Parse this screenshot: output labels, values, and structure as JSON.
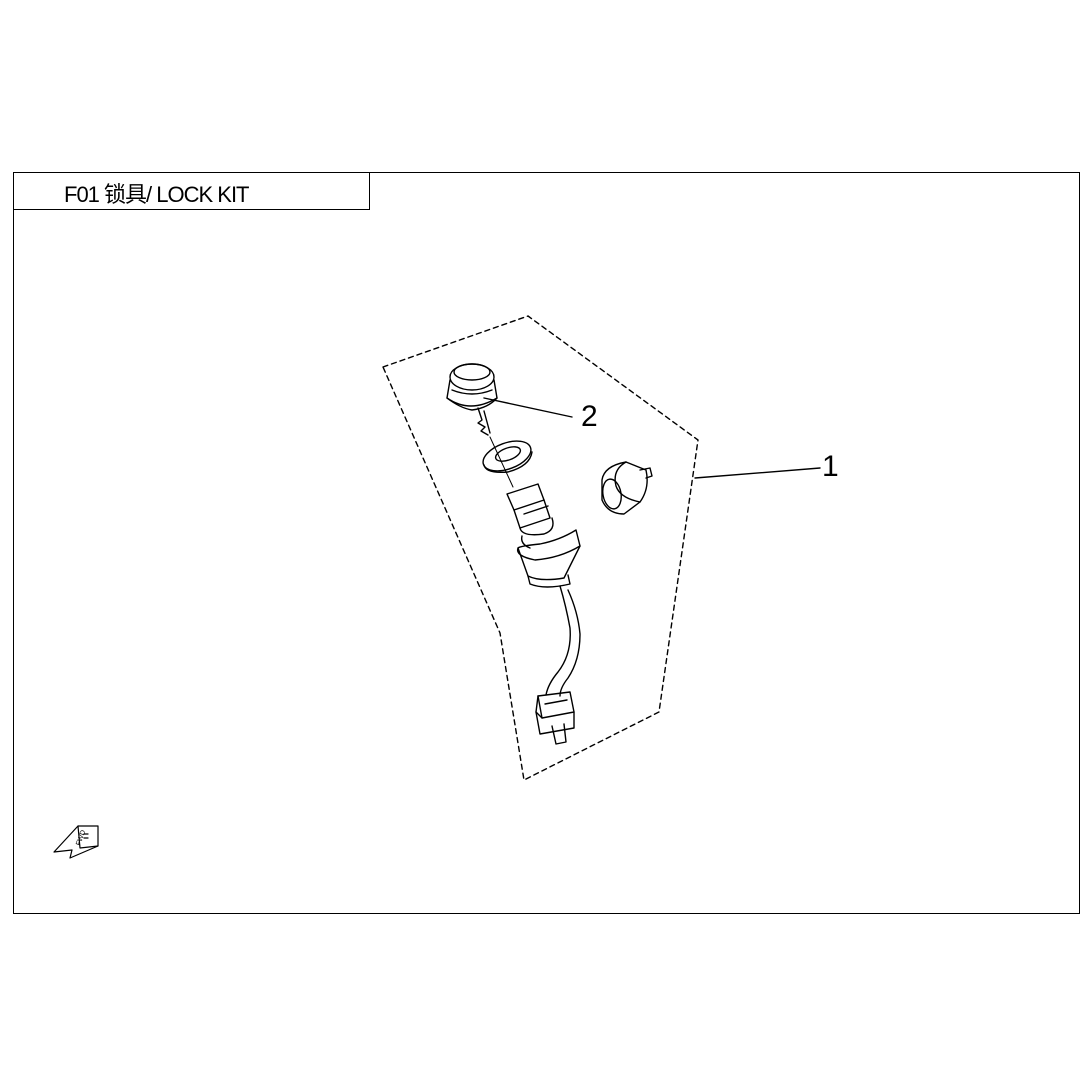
{
  "sheet": {
    "title": "F01 锁具/ LOCK KIT"
  },
  "callouts": [
    {
      "id": "1",
      "label": "1"
    },
    {
      "id": "2",
      "label": "2"
    }
  ],
  "orientation_marker": {
    "label": "FWD",
    "icon": "forward-arrow-icon"
  },
  "colors": {
    "line": "#000000",
    "background": "#ffffff"
  }
}
